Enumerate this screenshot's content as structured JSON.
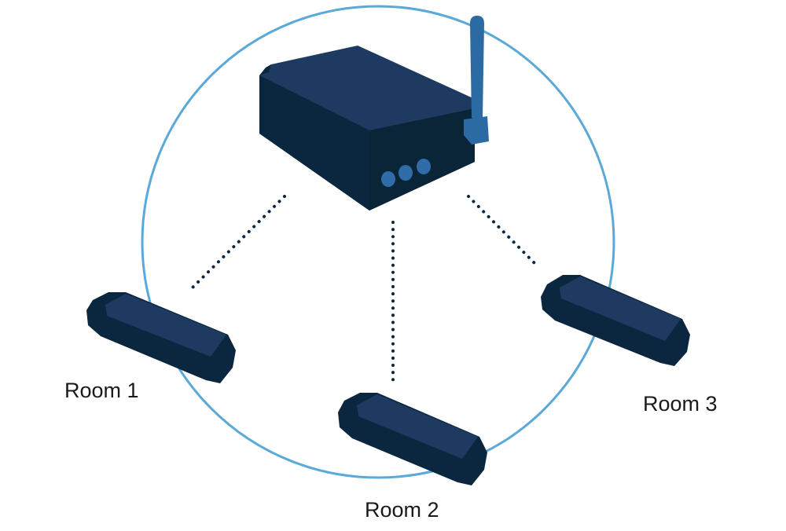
{
  "diagram": {
    "rooms": [
      {
        "label": "Room 1"
      },
      {
        "label": "Room 2"
      },
      {
        "label": "Room 3"
      }
    ]
  },
  "colors": {
    "circle": "#5aa9d8",
    "device_dark": "#0b2740",
    "device_top": "#1e3a60",
    "antenna": "#2c6aa3",
    "led": "#2f6ca8",
    "connection": "#0b2740"
  },
  "icons": [
    "wireless-gateway-icon",
    "antenna-icon",
    "led-driver-icon"
  ]
}
